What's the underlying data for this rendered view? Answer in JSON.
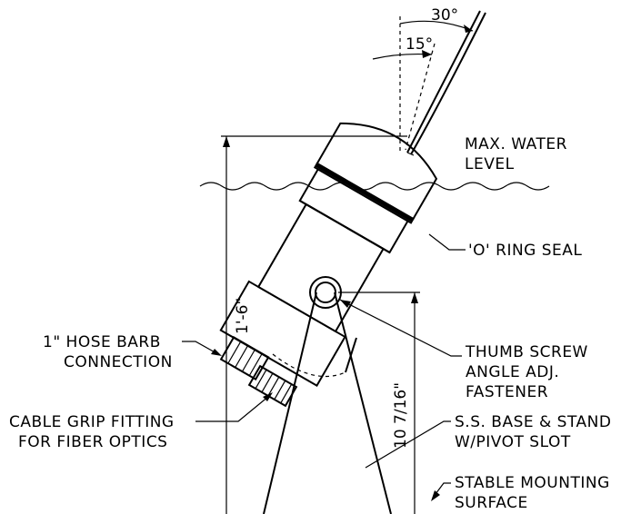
{
  "labels": {
    "max_water_level_1": "MAX. WATER",
    "max_water_level_2": "LEVEL",
    "o_ring_seal": "'O' RING SEAL",
    "hose_barb_1": "1\" HOSE BARB",
    "hose_barb_2": "CONNECTION",
    "thumb_screw_1": "THUMB SCREW",
    "thumb_screw_2": "ANGLE ADJ.",
    "thumb_screw_3": "FASTENER",
    "cable_grip_1": "CABLE GRIP FITTING",
    "cable_grip_2": "FOR FIBER OPTICS",
    "base_stand_1": "S.S. BASE & STAND",
    "base_stand_2": "W/PIVOT SLOT",
    "mounting_1": "STABLE MOUNTING",
    "mounting_2": "SURFACE"
  },
  "dimensions": {
    "overall_height": "1'-6\"",
    "pivot_height": "10 7/16\"",
    "angle_outer": "30°",
    "angle_inner": "15°"
  }
}
